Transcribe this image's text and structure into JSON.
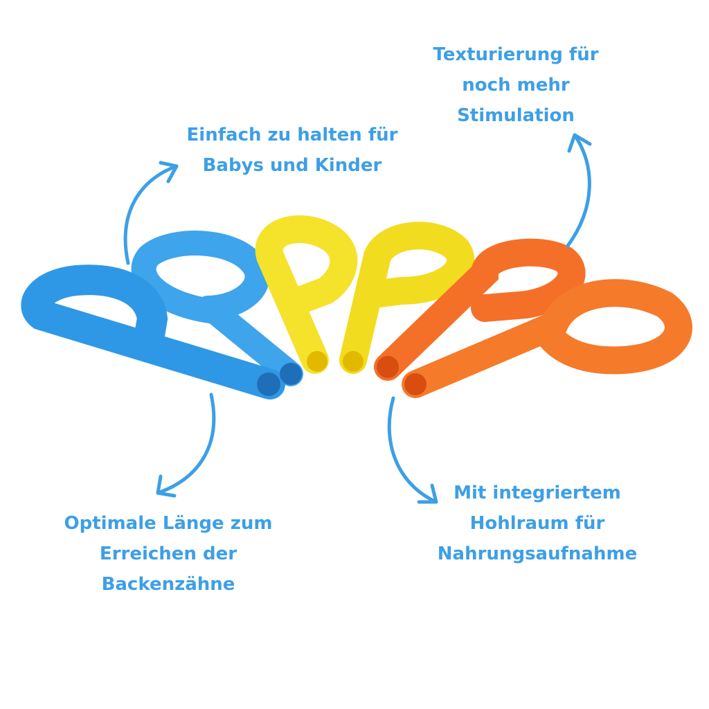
{
  "annotations": {
    "grip": {
      "lines": [
        "Einfach zu halten für",
        "Babys und Kinder"
      ]
    },
    "texture": {
      "lines": [
        "Texturierung für",
        "noch mehr",
        "Stimulation"
      ]
    },
    "length": {
      "lines": [
        "Optimale Länge zum",
        "Erreichen der",
        "Backenzähne"
      ]
    },
    "cavity": {
      "lines": [
        "Mit integriertem",
        "Hohlraum für",
        "Nahrungsaufnahme"
      ]
    }
  },
  "colors": {
    "text": "#3d9fe6",
    "blue": "#3ea4ec",
    "yellow": "#f5e22b",
    "orange": "#f57a2a",
    "arrow": "#3d9fe6"
  }
}
